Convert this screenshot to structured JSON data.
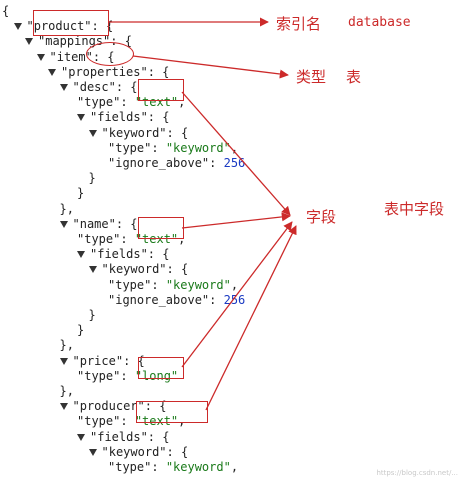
{
  "json_tree": [
    {
      "indent": 0,
      "text": "{"
    },
    {
      "indent": 1,
      "tri": true,
      "key": "\"product\"",
      "rest": ": {"
    },
    {
      "indent": 2,
      "tri": true,
      "key": "\"mappings\"",
      "rest": ": {"
    },
    {
      "indent": 3,
      "tri": true,
      "key": "\"item\"",
      "rest": ": {"
    },
    {
      "indent": 4,
      "tri": true,
      "key": "\"properties\"",
      "rest": ": {"
    },
    {
      "indent": 5,
      "tri": true,
      "key": "\"desc\"",
      "rest": ": {"
    },
    {
      "indent": 6,
      "key": "\"type\"",
      "rest": ": ",
      "str": "\"text\"",
      "tail": ","
    },
    {
      "indent": 6,
      "tri": true,
      "key": "\"fields\"",
      "rest": ": {"
    },
    {
      "indent": 7,
      "tri": true,
      "key": "\"keyword\"",
      "rest": ": {"
    },
    {
      "indent": 8,
      "key": "\"type\"",
      "rest": ": ",
      "str": "\"keyword\"",
      "tail": ","
    },
    {
      "indent": 8,
      "key": "\"ignore_above\"",
      "rest": ": ",
      "num": "256"
    },
    {
      "indent": 7,
      "text": "}"
    },
    {
      "indent": 6,
      "text": "}"
    },
    {
      "indent": 5,
      "text": "},"
    },
    {
      "indent": 5,
      "tri": true,
      "key": "\"name\"",
      "rest": ": {"
    },
    {
      "indent": 6,
      "key": "\"type\"",
      "rest": ": ",
      "str": "\"text\"",
      "tail": ","
    },
    {
      "indent": 6,
      "tri": true,
      "key": "\"fields\"",
      "rest": ": {"
    },
    {
      "indent": 7,
      "tri": true,
      "key": "\"keyword\"",
      "rest": ": {"
    },
    {
      "indent": 8,
      "key": "\"type\"",
      "rest": ": ",
      "str": "\"keyword\"",
      "tail": ","
    },
    {
      "indent": 8,
      "key": "\"ignore_above\"",
      "rest": ": ",
      "num": "256"
    },
    {
      "indent": 7,
      "text": "}"
    },
    {
      "indent": 6,
      "text": "}"
    },
    {
      "indent": 5,
      "text": "},"
    },
    {
      "indent": 5,
      "tri": true,
      "key": "\"price\"",
      "rest": ": {"
    },
    {
      "indent": 6,
      "key": "\"type\"",
      "rest": ": ",
      "str": "\"long\""
    },
    {
      "indent": 5,
      "text": "},"
    },
    {
      "indent": 5,
      "tri": true,
      "key": "\"producer\"",
      "rest": ": {"
    },
    {
      "indent": 6,
      "key": "\"type\"",
      "rest": ": ",
      "str": "\"text\"",
      "tail": ","
    },
    {
      "indent": 6,
      "tri": true,
      "key": "\"fields\"",
      "rest": ": {"
    },
    {
      "indent": 7,
      "tri": true,
      "key": "\"keyword\"",
      "rest": ": {"
    },
    {
      "indent": 8,
      "key": "\"type\"",
      "rest": ": ",
      "str": "\"keyword\"",
      "tail": ","
    }
  ],
  "annotations": {
    "index_label": "索引名",
    "database_label": "database",
    "type_label": "类型",
    "table_label": "表",
    "field_label": "字段",
    "table_field_label": "表中字段"
  },
  "colors": {
    "annotation_red": "#cc2a2a",
    "string_green": "#1a7a1a",
    "number_blue": "#1a3ac2"
  },
  "watermark": "https://blog.csdn.net/..."
}
